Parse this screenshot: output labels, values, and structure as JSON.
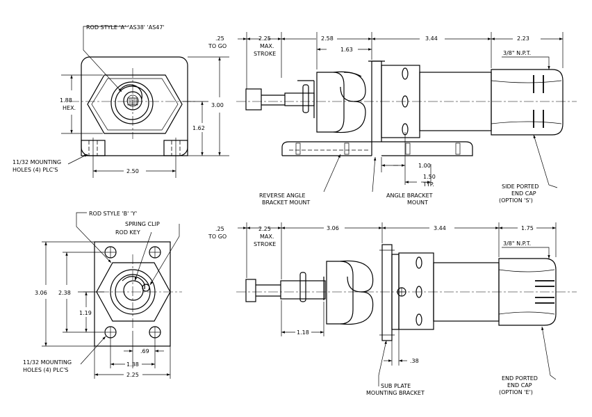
{
  "top_front": {
    "rod_style_callout": "ROD STYLE 'A' 'AS38' 'AS47'",
    "hex_dim": "1.88",
    "hex_label": "HEX.",
    "height_dim": "3.00",
    "center_dim": "1.62",
    "width_dim": "2.50",
    "mount_holes_line1": "11/32 MOUNTING",
    "mount_holes_line2": "HOLES (4) PLC'S"
  },
  "top_side": {
    "dim_go": ".25",
    "dim_go_label": "TO GO",
    "dim_stroke": "2.25",
    "stroke_label1": "MAX.",
    "stroke_label2": "STROKE",
    "dim_a": "2.58",
    "dim_b": "1.63",
    "dim_c": "3.44",
    "dim_d": "2.23",
    "npt": "3/8\" N.P.T.",
    "dim_e": "1.00",
    "dim_f": "1.50",
    "typ": "TYP.",
    "reverse_line1": "REVERSE ANGLE",
    "reverse_line2": "BRACKET MOUNT",
    "angle_line1": "ANGLE BRACKET",
    "angle_line2": "MOUNT",
    "side_port_line1": "SIDE PORTED",
    "side_port_line2": "END CAP",
    "side_port_line3": "(OPTION 'S')"
  },
  "bottom_front": {
    "rod_style_callout": "ROD STYLE 'B' 'Y'",
    "spring_clip": "SPRING CLIP",
    "rod_key": "ROD KEY",
    "height_dim": "3.06",
    "dim_238": "2.38",
    "dim_119": "1.19",
    "dim_069": ".69",
    "dim_138": "1.38",
    "dim_225": "2.25",
    "mount_holes_line1": "11/32 MOUNTING",
    "mount_holes_line2": "HOLES (4) PLC'S"
  },
  "bottom_side": {
    "dim_go": ".25",
    "dim_go_label": "TO GO",
    "dim_stroke": "2.25",
    "stroke_label1": "MAX.",
    "stroke_label2": "STROKE",
    "dim_a": "3.06",
    "dim_c": "3.44",
    "dim_d": "1.75",
    "npt": "3/8\" N.P.T.",
    "dim_118": "1.18",
    "dim_038": ".38",
    "sub_plate_line1": "SUB PLATE",
    "sub_plate_line2": "MOUNTING BRACKET",
    "end_port_line1": "END PORTED",
    "end_port_line2": "END CAP",
    "end_port_line3": "(OPTION 'E')"
  }
}
